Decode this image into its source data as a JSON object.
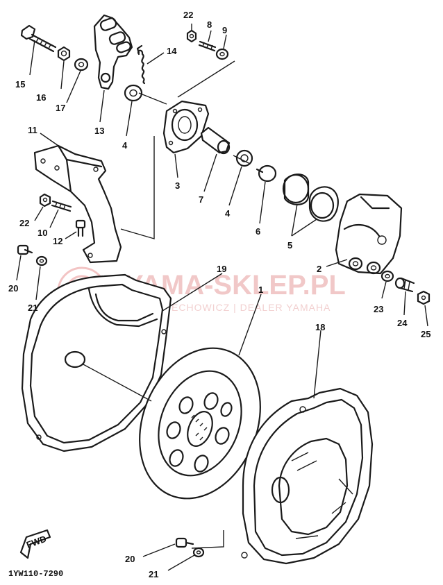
{
  "diagram": {
    "code": "1YW110-7290",
    "fwd_label": "FWD",
    "watermark": {
      "title": "YAMA-SKLEP.PL",
      "subtitle": "SOLIRECHOWICZ | DEALER YAMAHA"
    },
    "callouts": {
      "c1": "1",
      "c2": "2",
      "c3": "3",
      "c4a": "4",
      "c4b": "4",
      "c5": "5",
      "c6": "6",
      "c7": "7",
      "c8": "8",
      "c9": "9",
      "c10": "10",
      "c11": "11",
      "c12": "12",
      "c13": "13",
      "c14": "14",
      "c15": "15",
      "c16": "16",
      "c17": "17",
      "c18": "18",
      "c19": "19",
      "c20a": "20",
      "c20b": "20",
      "c21a": "21",
      "c21b": "21",
      "c22a": "22",
      "c22b": "22",
      "c23": "23",
      "c24": "24",
      "c25": "25"
    }
  }
}
